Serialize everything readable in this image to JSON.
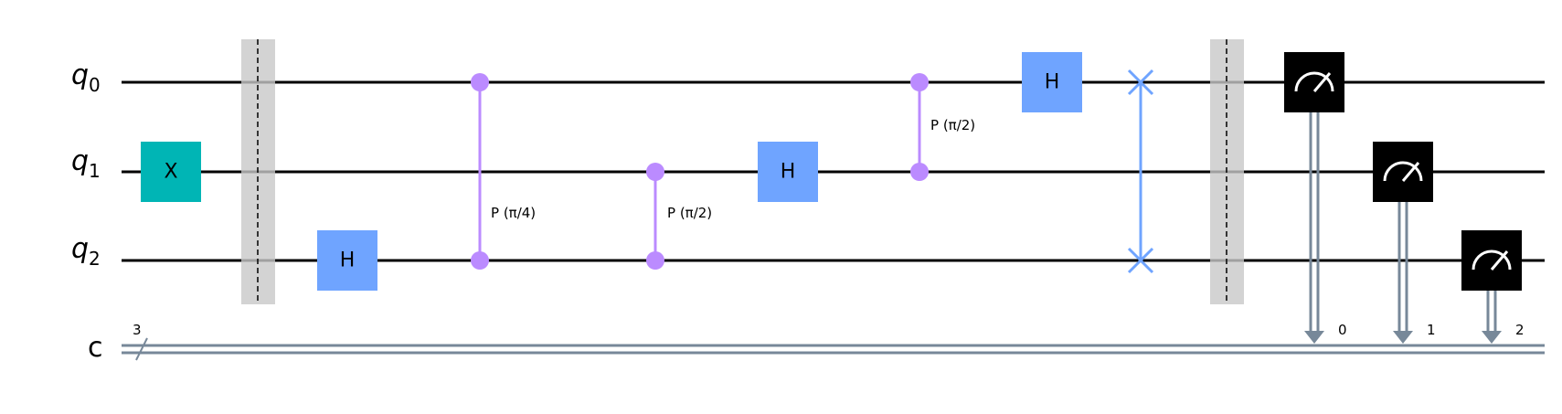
{
  "registers": {
    "qubits": [
      {
        "name": "q",
        "index": "0"
      },
      {
        "name": "q",
        "index": "1"
      },
      {
        "name": "q",
        "index": "2"
      }
    ],
    "classical": {
      "name": "c",
      "width": "3"
    }
  },
  "colors": {
    "wire": "#000000",
    "classical_wire": "#778899",
    "x_gate": "#00b5b5",
    "h_gate": "#6fa4ff",
    "phase": "#bb8bff",
    "swap": "#6fa4ff",
    "barrier": "#c8c8c8",
    "measure": "#000000"
  },
  "gates": {
    "x_label": "X",
    "h_label": "H",
    "cp1_label": "P (π/4)",
    "cp2_label": "P (π/2)",
    "cp3_label": "P (π/2)"
  },
  "measure_bits": [
    "0",
    "1",
    "2"
  ]
}
